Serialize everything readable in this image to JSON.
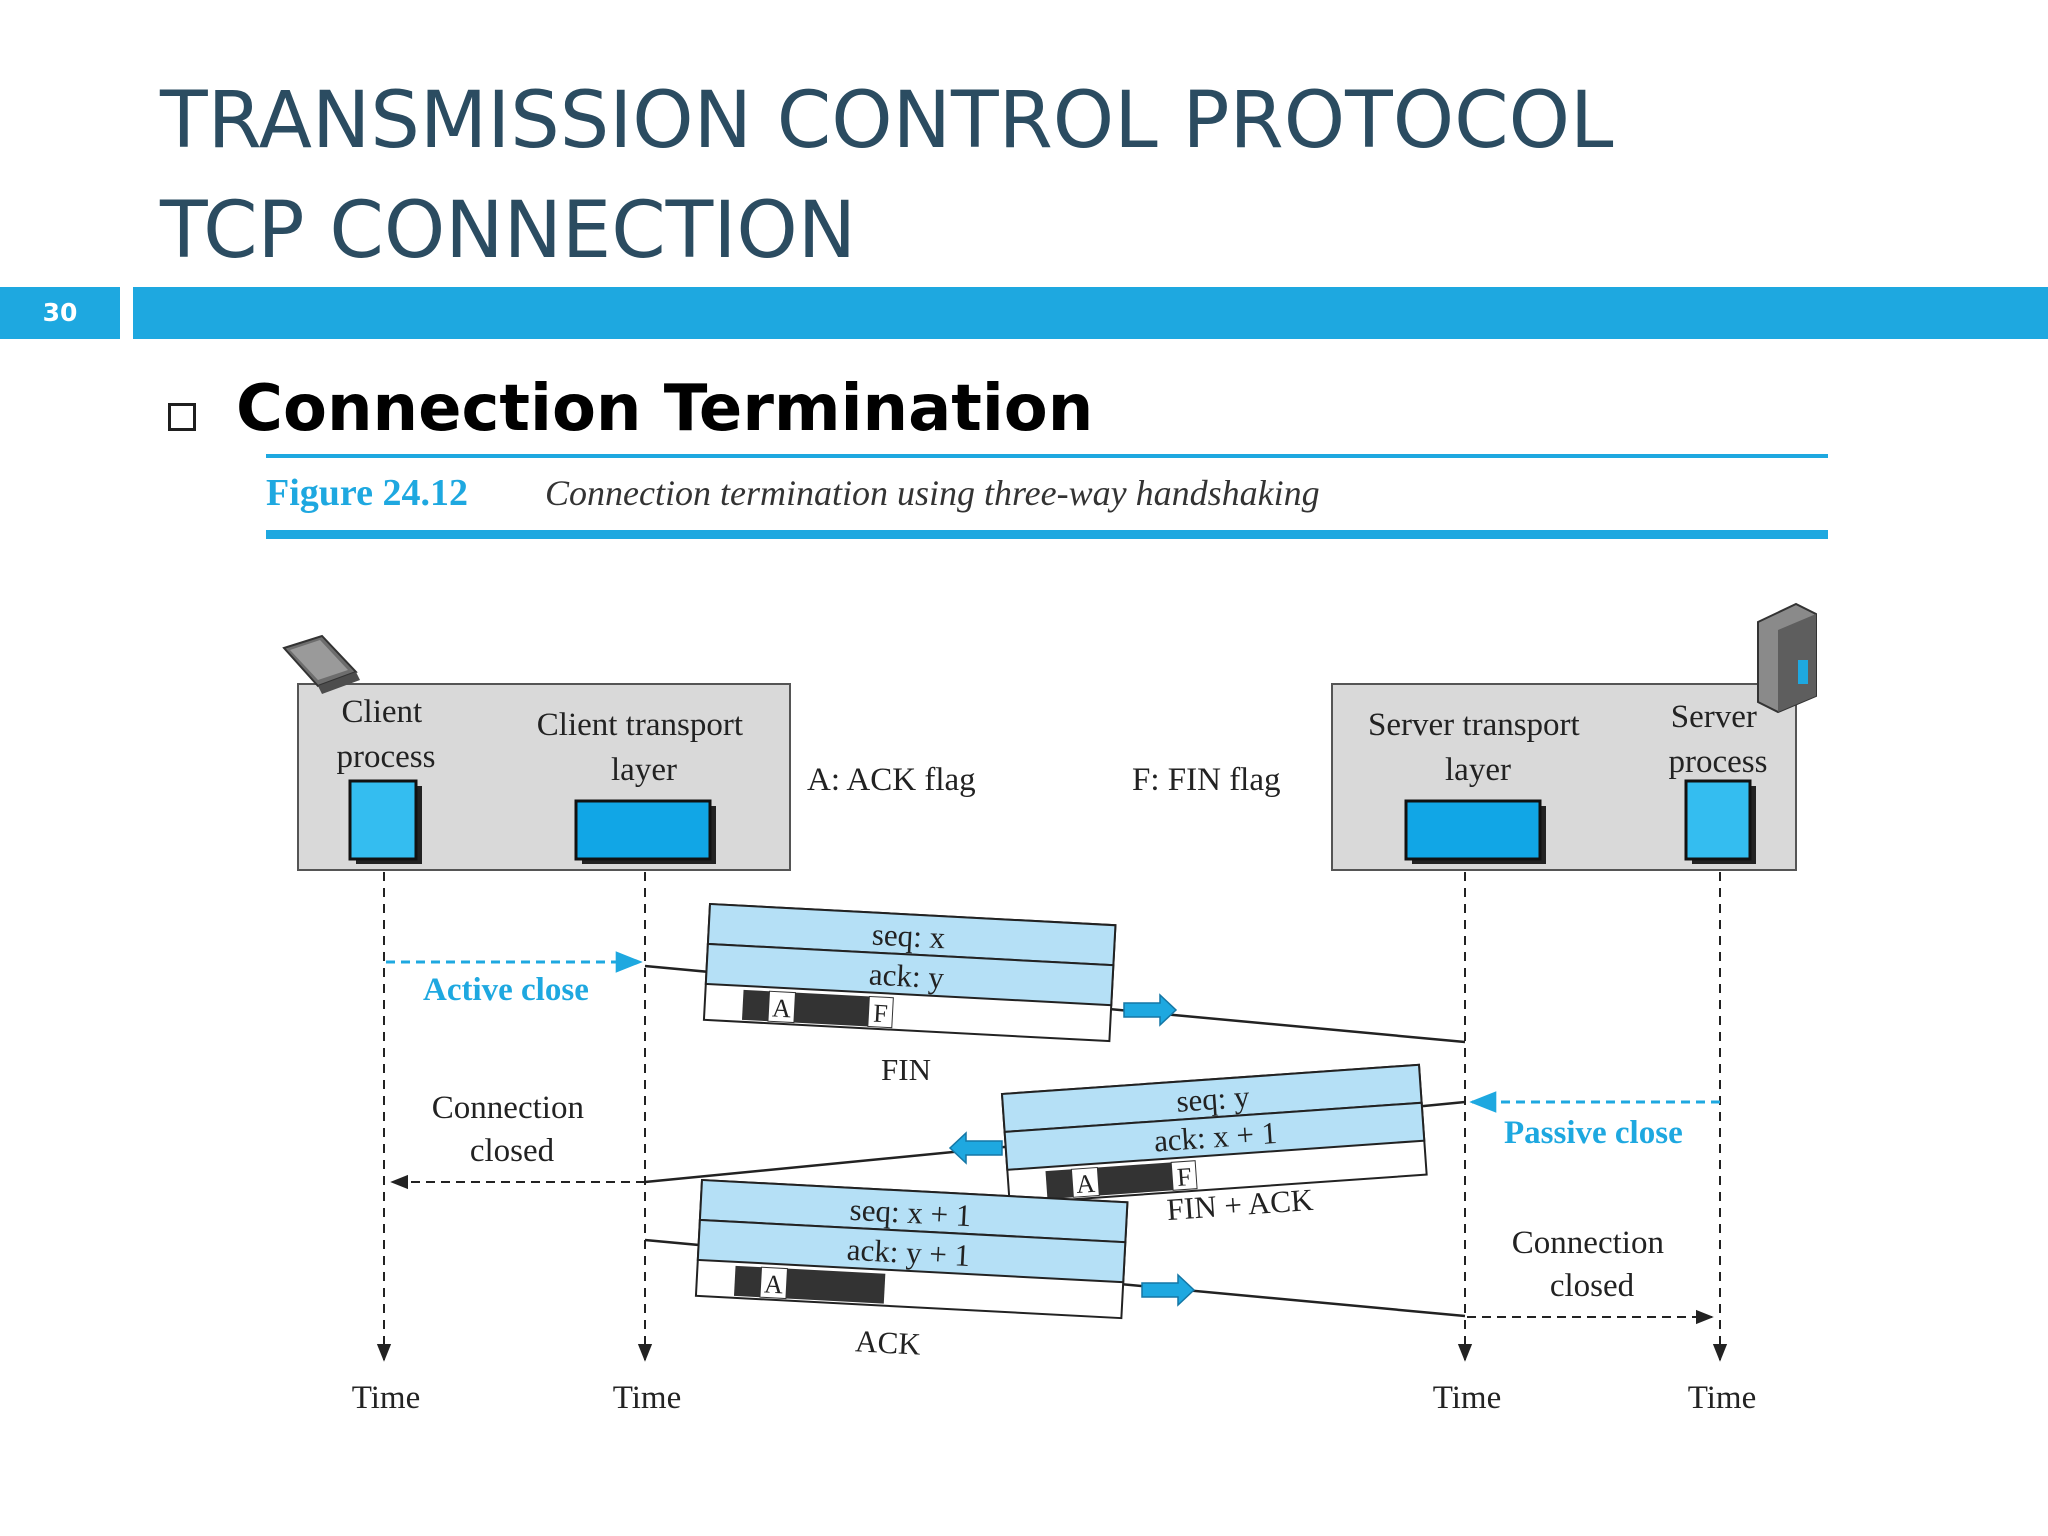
{
  "slide": {
    "title_line1": "TRANSMISSION CONTROL PROTOCOL",
    "title_line2": "TCP CONNECTION",
    "page_number": "30",
    "bullet_heading": "Connection Termination"
  },
  "figure": {
    "label": "Figure 24.12",
    "caption": "Connection termination using three-way handshaking",
    "client_process": [
      "Client",
      "process"
    ],
    "client_transport": [
      "Client transport",
      "layer"
    ],
    "server_transport": [
      "Server transport",
      "layer"
    ],
    "server_process": [
      "Server",
      "process"
    ],
    "legend_ack": "A: ACK flag",
    "legend_fin": "F: FIN flag",
    "active_close": "Active close",
    "passive_close": "Passive close",
    "client_closed": [
      "Connection",
      "closed"
    ],
    "server_closed": [
      "Connection",
      "closed"
    ],
    "time_label": "Time",
    "segments": [
      {
        "seq": "seq: x",
        "ack": "ack: y",
        "name": "FIN",
        "flags": [
          "A",
          "F"
        ]
      },
      {
        "seq": "seq: y",
        "ack": "ack: x + 1",
        "name": "FIN + ACK",
        "flags": [
          "A",
          "F"
        ]
      },
      {
        "seq": "seq: x + 1",
        "ack": "ack: y + 1",
        "name": "ACK",
        "flags": [
          "A"
        ]
      }
    ],
    "colors": {
      "accent": "#1ea8e0",
      "box_fill": "#d9d9d9",
      "process_fill": "#34bdf0",
      "segment_fill": "#b5e0f6"
    }
  }
}
